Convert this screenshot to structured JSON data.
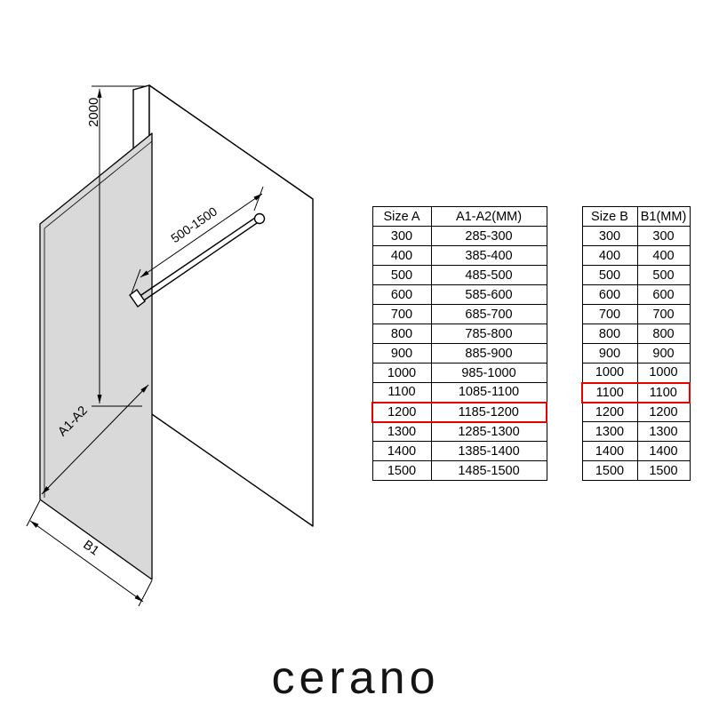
{
  "brand": {
    "logo_text": "cerano"
  },
  "diagram": {
    "height_label": "2000",
    "bar_label": "500-1500",
    "glass_width_label": "A1-A2",
    "base_width_label": "B1"
  },
  "table_a": {
    "headers": [
      "Size A",
      "A1-A2(MM)"
    ],
    "rows": [
      [
        "300",
        "285-300"
      ],
      [
        "400",
        "385-400"
      ],
      [
        "500",
        "485-500"
      ],
      [
        "600",
        "585-600"
      ],
      [
        "700",
        "685-700"
      ],
      [
        "800",
        "785-800"
      ],
      [
        "900",
        "885-900"
      ],
      [
        "1000",
        "985-1000"
      ],
      [
        "1100",
        "1085-1100"
      ],
      [
        "1200",
        "1185-1200"
      ],
      [
        "1300",
        "1285-1300"
      ],
      [
        "1400",
        "1385-1400"
      ],
      [
        "1500",
        "1485-1500"
      ]
    ],
    "highlighted_row_index": 9
  },
  "table_b": {
    "headers": [
      "Size B",
      "B1(MM)"
    ],
    "rows": [
      [
        "300",
        "300"
      ],
      [
        "400",
        "400"
      ],
      [
        "500",
        "500"
      ],
      [
        "600",
        "600"
      ],
      [
        "700",
        "700"
      ],
      [
        "800",
        "800"
      ],
      [
        "900",
        "900"
      ],
      [
        "1000",
        "1000"
      ],
      [
        "1100",
        "1100"
      ],
      [
        "1200",
        "1200"
      ],
      [
        "1300",
        "1300"
      ],
      [
        "1400",
        "1400"
      ],
      [
        "1500",
        "1500"
      ]
    ],
    "highlighted_row_index": 8
  },
  "colors": {
    "highlight": "#e60000",
    "glass_fill": "#d9d9d9"
  }
}
